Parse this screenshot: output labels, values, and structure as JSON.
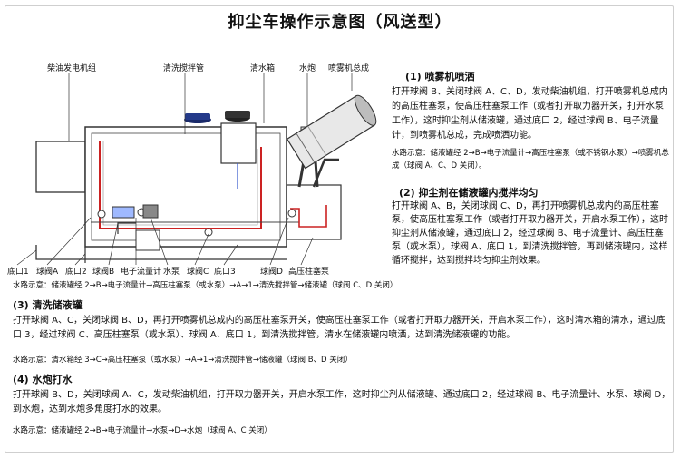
{
  "title": "抑尘车操作示意图（风送型）",
  "diagram_labels": {
    "generator": "柴油发电机组",
    "mixing_pipe": "清洗搅拌管",
    "water_tank": "清水箱",
    "cannon": "水炮",
    "spray_assembly": "喷雾机总成",
    "outlet1": "底口1",
    "valve_a": "球阀A",
    "outlet2": "底口2",
    "valve_b": "球阀B",
    "flowmeter": "电子流量计",
    "pump": "水泵",
    "valve_c": "球阀C",
    "outlet3": "底口3",
    "valve_d": "球阀D",
    "plunger_pump": "高压柱塞泵"
  },
  "sections": [
    {
      "heading": "(1) 喷雾机喷洒",
      "text": "打开球阀 B、关闭球阀 A、C、D，发动柴油机组，打开喷雾机总成内的高压柱塞泵，使高压柱塞泵工作（或者打开取力器开关，打开水泵工作），这时抑尘剂从储液罐，通过底口 2，经过球阀 B、电子流量计，到喷雾机总成，完成喷洒功能。",
      "route": "水路示意：储液罐经 2→B→电子流量计→高压柱塞泵（或不锈钢水泵）→喷雾机总成（球阀 A、C、D 关闭）。"
    },
    {
      "heading": "(2) 抑尘剂在储液罐内搅拌均匀",
      "text": "打开球阀 A、B，关闭球阀 C、D，再打开喷雾机总成内的高压柱塞泵，使高压柱塞泵工作（或者打开取力器开关，开启水泵工作），这时抑尘剂从储液罐，通过底口 2，经过球阀 B、电子流量计、高压柱塞泵（或水泵），球阀 A、底口 1，到清洗搅拌管，再到储液罐内，这样循环搅拌，达到搅拌均匀抑尘剂效果。",
      "route": "水路示意：储液罐经 2→B→电子流量计→高压柱塞泵（或水泵）→A→1→清洗搅拌管→储液罐（球阀 C、D 关闭）"
    },
    {
      "heading": "(3) 清洗储液罐",
      "text": "打开球阀 A、C，关闭球阀 B、D，再打开喷雾机总成内的高压柱塞泵开关，使高压柱塞泵工作（或者打开取力器开关，开启水泵工作），这时清水箱的清水，通过底口 3，经过球阀 C、高压柱塞泵（或水泵）、球阀 A、底口 1，到清洗搅拌管，清水在储液罐内喷洒，达到清洗储液罐的功能。",
      "route": "水路示意：清水箱经 3→C→高压柱塞泵（或水泵）→A→1→清洗搅拌管→储液罐（球阀 B、D 关闭）"
    },
    {
      "heading": "(4) 水炮打水",
      "text": "打开球阀 B、D，关闭球阀 A、C，发动柴油机组，打开取力器开关，开启水泵工作，这时抑尘剂从储液罐、通过底口 2，经过球阀 B、电子流量计、水泵、球阀 D，到水炮，达到水炮多角度打水的效果。",
      "route": "水路示意：储液罐经 2→B→电子流量计→水泵→D→水炮（球阀 A、C 关闭）"
    }
  ]
}
